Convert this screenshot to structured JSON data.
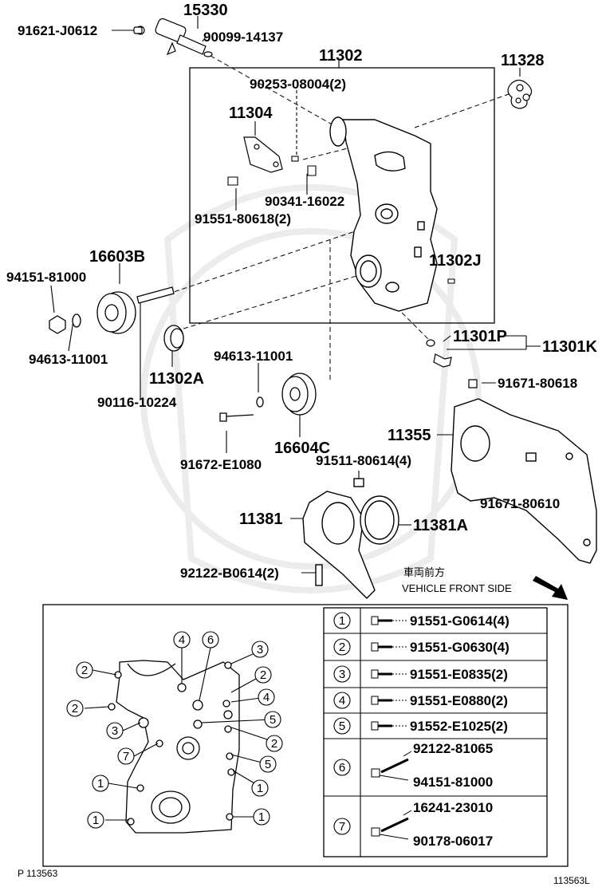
{
  "labels": {
    "p15330": "15330",
    "p91621": "91621-J0612",
    "p90099": "90099-14137",
    "p11302": "11302",
    "p11328": "11328",
    "p90253": "90253-08004(2)",
    "p11304": "11304",
    "p90341": "90341-16022",
    "p91551a": "91551-80618(2)",
    "p16603b": "16603B",
    "p94151a": "94151-81000",
    "p11302j": "11302J",
    "p94613a": "94613-11001",
    "p11302a": "11302A",
    "p90116": "90116-10224",
    "p94613b": "94613-11001",
    "p11301p": "11301P",
    "p11301k": "11301K",
    "p91671a": "91671-80618",
    "p11355": "11355",
    "p91672": "91672-E1080",
    "p16604c": "16604C",
    "p91511": "91511-80614(4)",
    "p91671b": "91671-80610",
    "p11381": "11381",
    "p11381a": "11381A",
    "p92122": "92122-B0614(2)",
    "front_jp": "車両前方",
    "front_en": "VEHICLE FRONT SIDE"
  },
  "bolt_table": [
    {
      "key": "1",
      "parts": [
        "91551-G0614(4)"
      ]
    },
    {
      "key": "2",
      "parts": [
        "91551-G0630(4)"
      ]
    },
    {
      "key": "3",
      "parts": [
        "91551-E0835(2)"
      ]
    },
    {
      "key": "4",
      "parts": [
        "91551-E0880(2)"
      ]
    },
    {
      "key": "5",
      "parts": [
        "91552-E1025(2)"
      ]
    },
    {
      "key": "6",
      "parts": [
        "92122-81065",
        "94151-81000"
      ]
    },
    {
      "key": "7",
      "parts": [
        "16241-23010",
        "90178-06017"
      ]
    }
  ],
  "callouts": {
    "c1": "1",
    "c2": "2",
    "c3": "3",
    "c4": "4",
    "c5": "5",
    "c6": "6",
    "c7": "7"
  },
  "footer": {
    "left": "P 113563",
    "right": "113563L"
  }
}
